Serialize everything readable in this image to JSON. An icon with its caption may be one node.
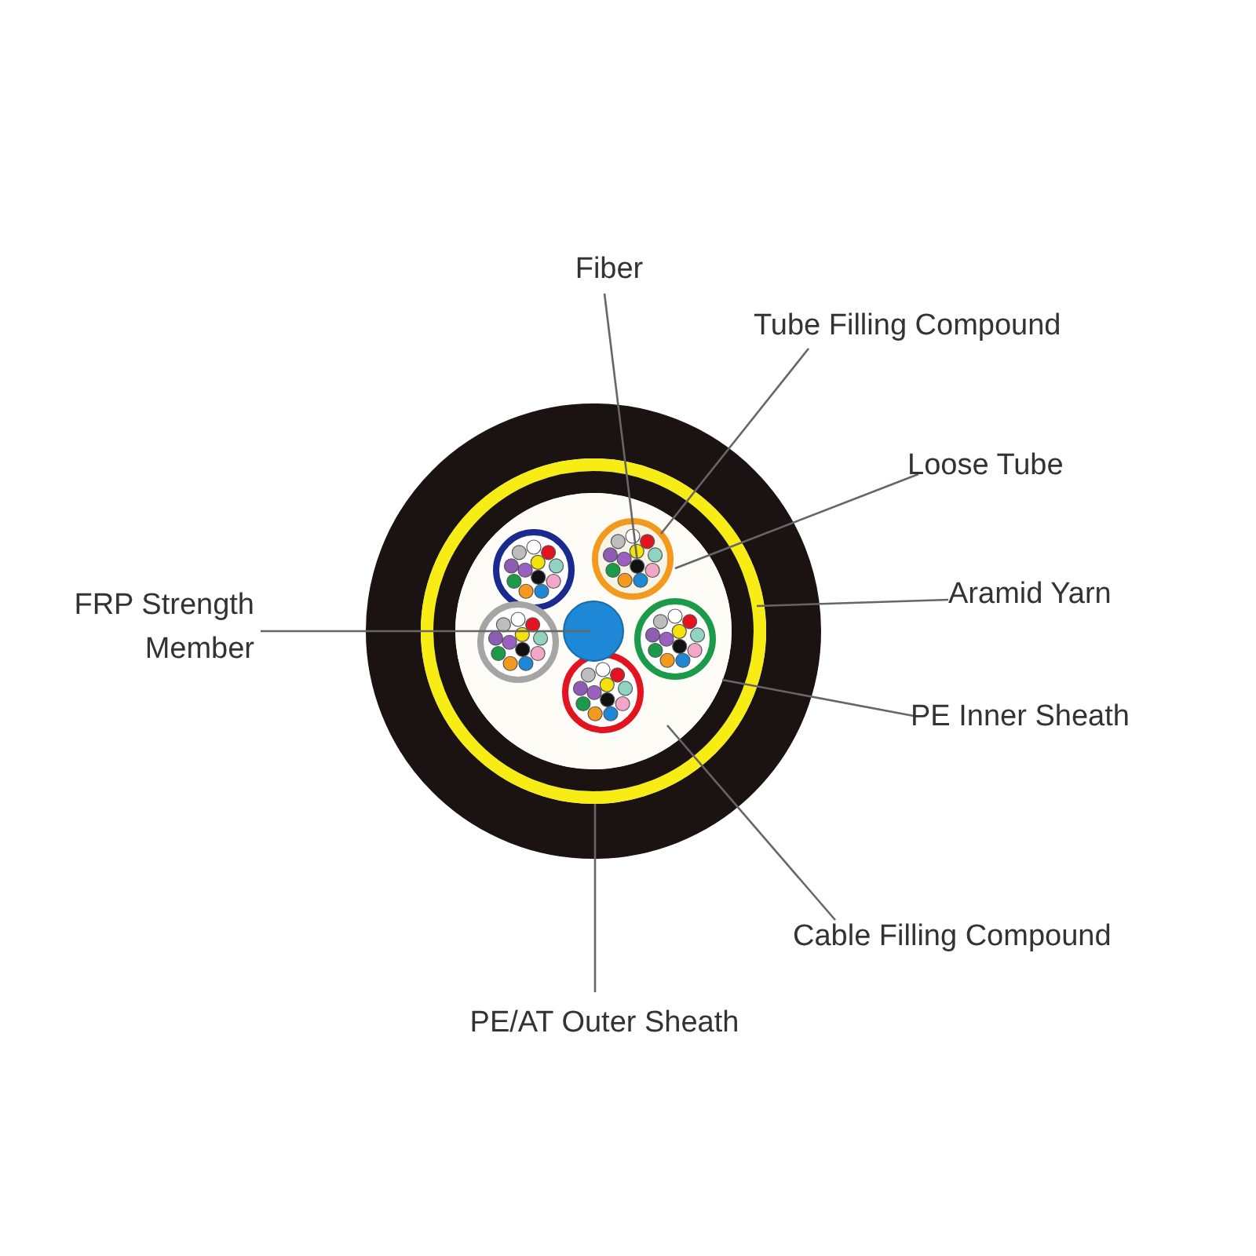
{
  "diagram": {
    "nodes": [
      {
        "text": [
          "Fiber"
        ]
      },
      {
        "text": [
          "Tube Filling Compound"
        ]
      },
      {
        "text": [
          "Loose Tube"
        ]
      },
      {
        "text": [
          "FRP Strength Member"
        ]
      },
      {
        "text": [
          "Aramid Yarn"
        ]
      },
      {
        "text": [
          "PE Inner Sheath"
        ]
      },
      {
        "text": [
          "Cable Filling Compound"
        ]
      },
      {
        "text": [
          "PE/AT Outer Sheath"
        ]
      },
      {
        "text": [],
        "shape": "circle"
      },
      {
        "text": [],
        "shape": "circle",
        "in": 8
      },
      {
        "text": [],
        "shape": "circle",
        "in": 9
      },
      {
        "text": [],
        "shape": "circle",
        "in": 10
      },
      {
        "text": [],
        "shape": "circle",
        "in": 11
      },
      {
        "text": [],
        "shape": "circle",
        "in": 11
      },
      {
        "text": [],
        "shape": "circle",
        "in": 13
      },
      {
        "text": [],
        "shape": "circle",
        "in": 14
      }
    ],
    "edges": [
      {
        "from": 0,
        "to": 15,
        "arrow": "none"
      },
      {
        "from": 1,
        "to": 14,
        "arrow": "none"
      },
      {
        "from": 2,
        "to": 13,
        "arrow": "none"
      },
      {
        "from": 3,
        "to": 12,
        "arrow": "none"
      },
      {
        "from": 4,
        "to": 9,
        "arrow": "none"
      },
      {
        "from": 5,
        "to": 10,
        "arrow": "none"
      },
      {
        "from": 6,
        "to": 11,
        "arrow": "none"
      },
      {
        "from": 7,
        "to": 8,
        "arrow": "none"
      }
    ]
  }
}
